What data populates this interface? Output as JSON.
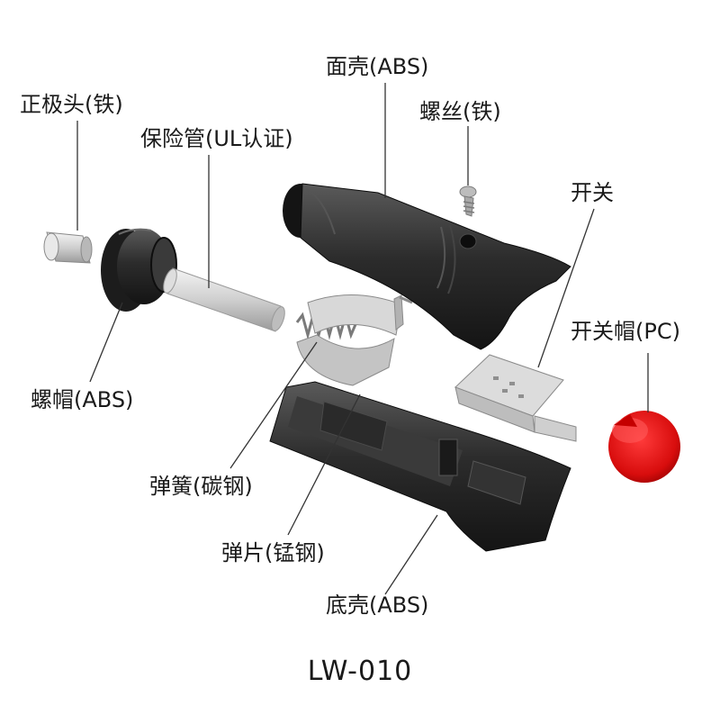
{
  "diagram": {
    "model": "LW-010",
    "labels": {
      "face_shell": "面壳(ABS)",
      "screw": "螺丝(铁)",
      "positive_tip": "正极头(铁)",
      "fuse_tube": "保险管(UL认证)",
      "switch": "开关",
      "switch_cap": "开关帽(PC)",
      "screw_cap": "螺帽(ABS)",
      "spring": "弹簧(碳钢)",
      "spring_plate": "弹片(锰钢)",
      "bottom_shell": "底壳(ABS)"
    },
    "colors": {
      "shell": "#2b2b2b",
      "metal": "#c9c9c9",
      "switch_cap": "#e01010",
      "leader": "#333333"
    }
  }
}
